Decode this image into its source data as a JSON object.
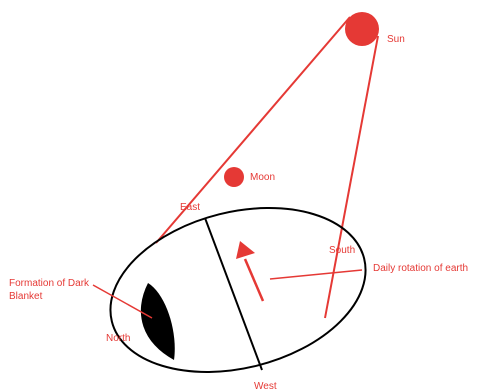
{
  "colors": {
    "accent": "#e53935",
    "outline": "#000000",
    "shadow": "#000000",
    "background": "#ffffff"
  },
  "labels": {
    "sun": "Sun",
    "moon": "Moon",
    "east": "East",
    "south": "South",
    "west": "West",
    "north": "North",
    "rotation": "Daily rotation of earth",
    "dark_blanket_line1": "Formation of Dark",
    "dark_blanket_line2": "Blanket"
  }
}
